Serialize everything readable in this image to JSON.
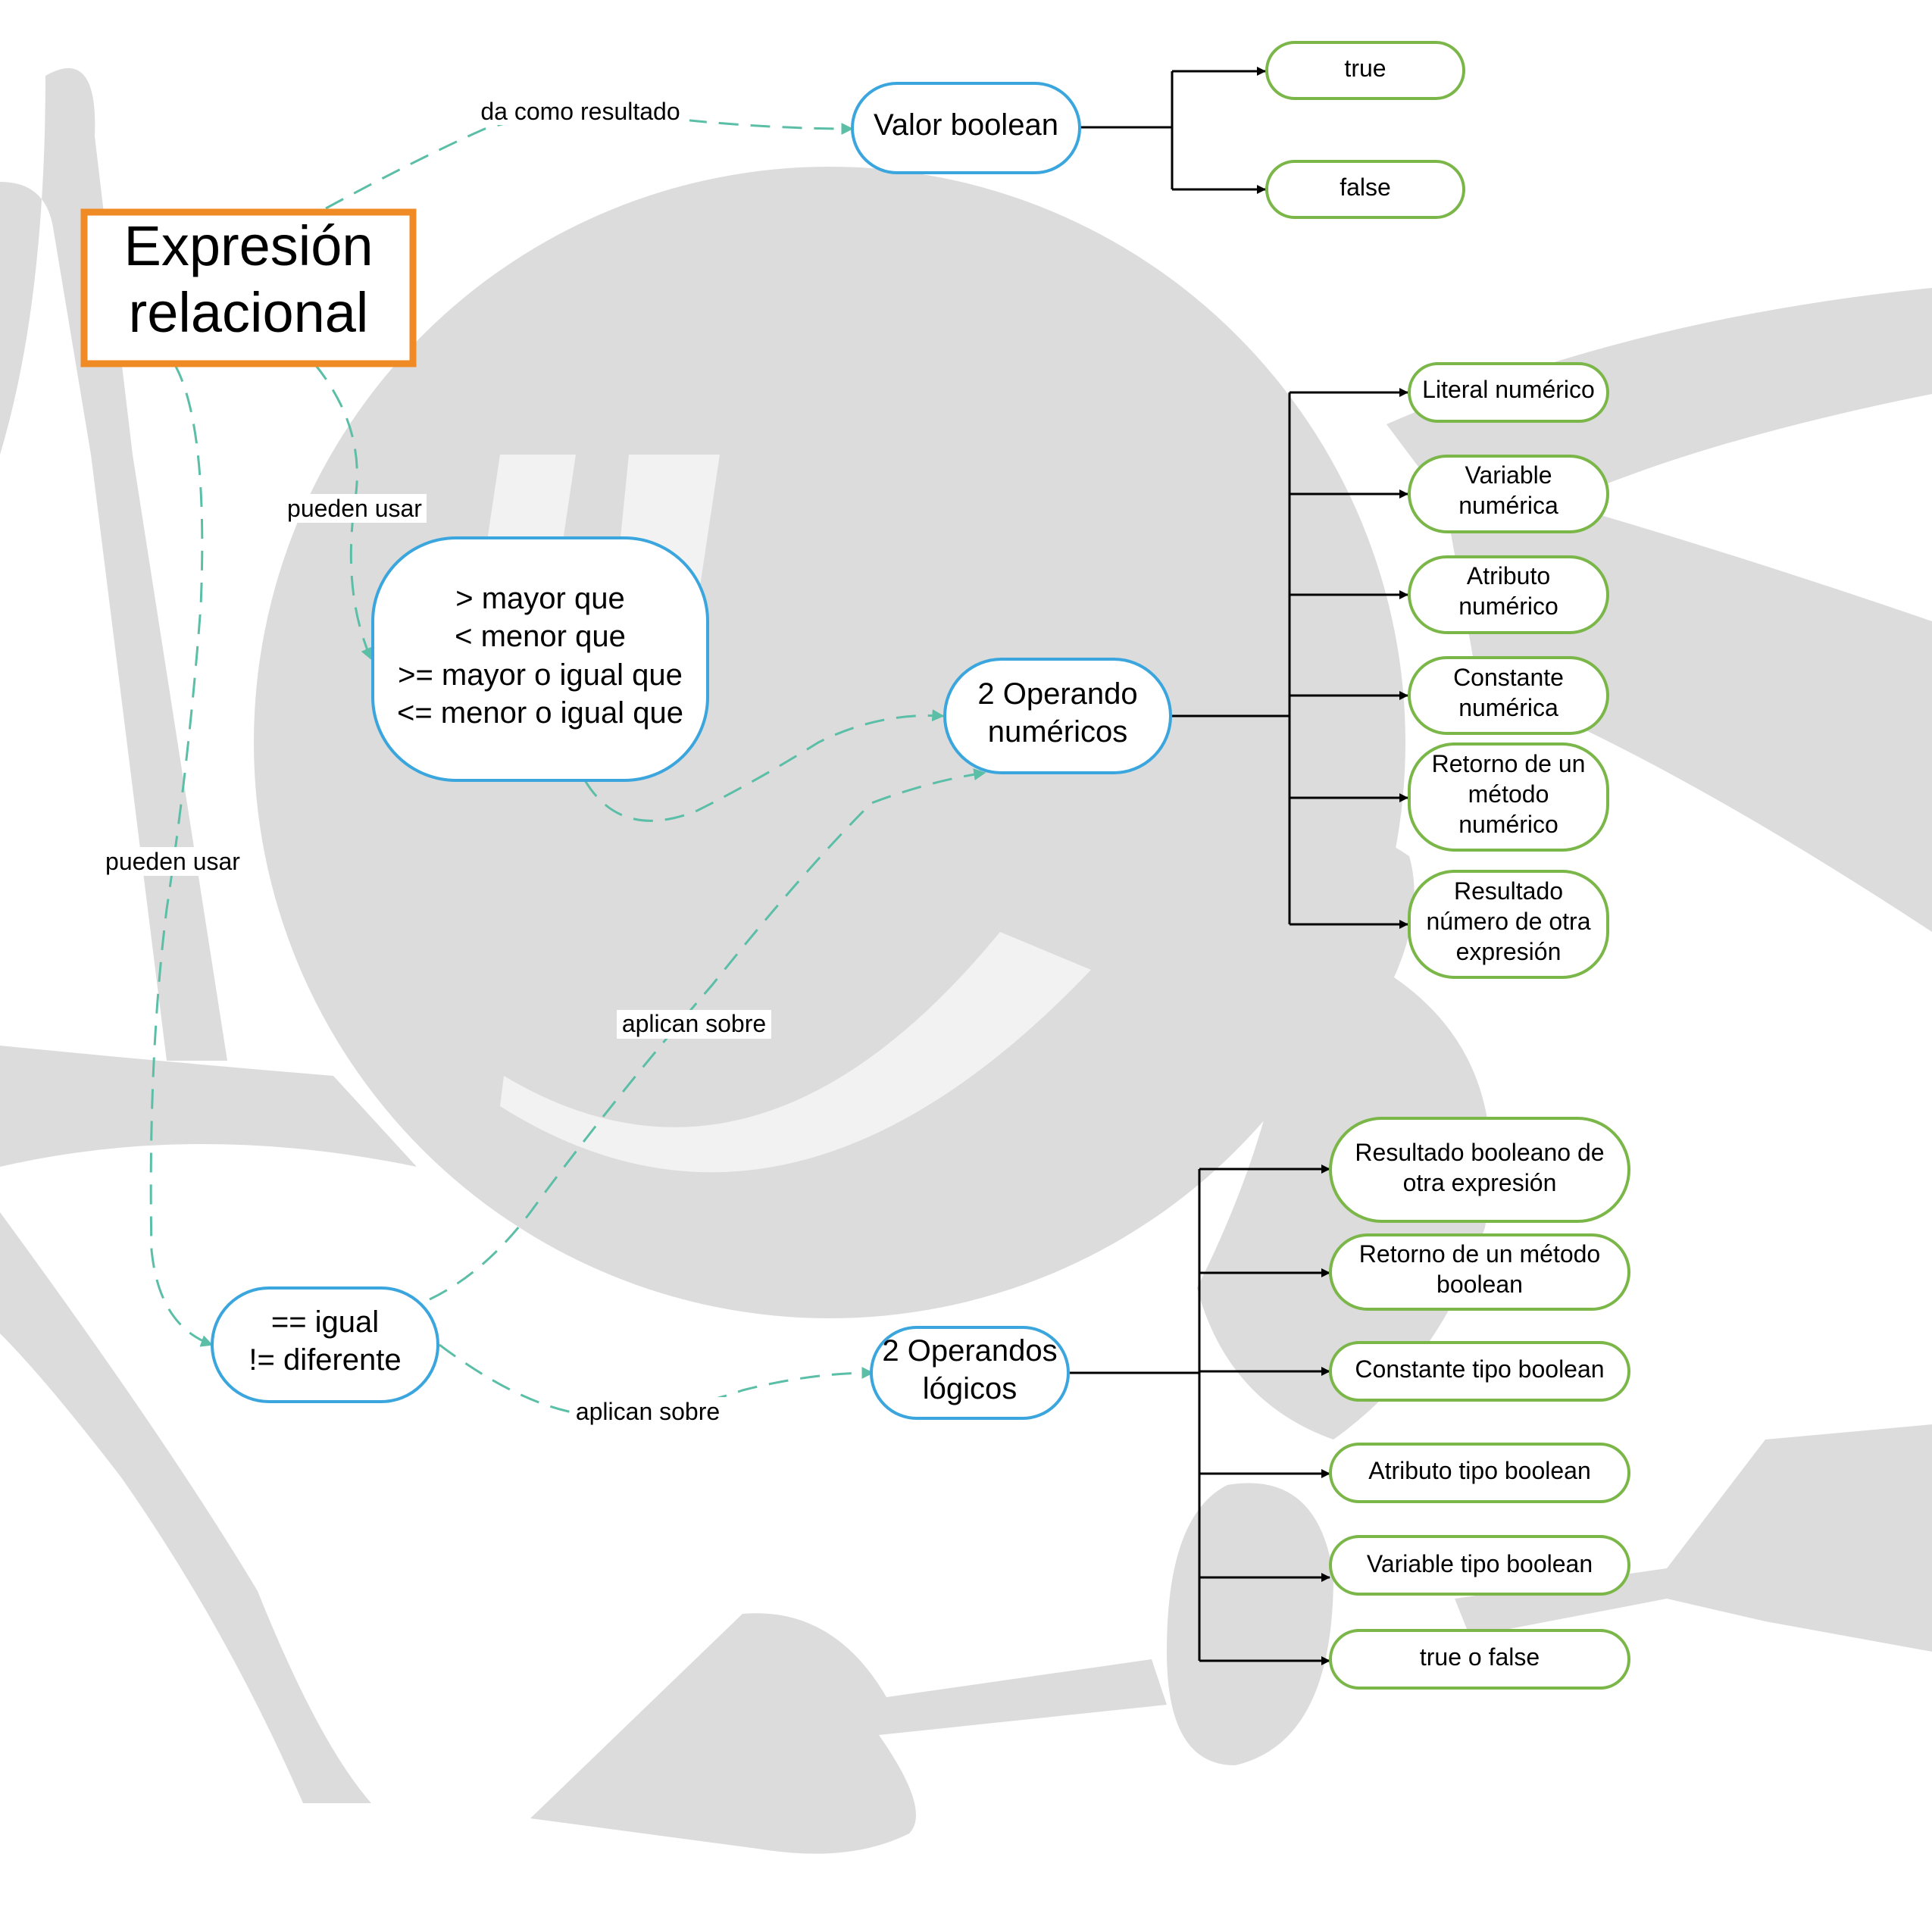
{
  "colors": {
    "orange": "#f08a24",
    "blue": "#3aa6dd",
    "green": "#7ab648",
    "teal": "#5bbea6",
    "watermark": "#dcdcdc",
    "text": "#000000"
  },
  "nodes": {
    "main": {
      "line1": "Expresión",
      "line2": "relacional"
    },
    "valor_boolean": {
      "label": "Valor boolean"
    },
    "true_node": {
      "label": "true"
    },
    "false_node": {
      "label": "false"
    },
    "comparadores": {
      "line1": "> mayor que",
      "line2": "< menor que",
      "line3": ">= mayor o igual que",
      "line4": "<= menor o igual que"
    },
    "igualdad": {
      "line1": "== igual",
      "line2": "!= diferente"
    },
    "operando_numericos": {
      "line1": "2 Operando",
      "line2": "numéricos"
    },
    "operandos_logicos": {
      "line1": "2 Operandos",
      "line2": "lógicos"
    },
    "numericos": [
      {
        "lines": [
          "Literal numérico"
        ]
      },
      {
        "lines": [
          "Variable",
          "numérica"
        ]
      },
      {
        "lines": [
          "Atributo",
          "numérico"
        ]
      },
      {
        "lines": [
          "Constante",
          "numérica"
        ]
      },
      {
        "lines": [
          "Retorno de un",
          "método",
          "numérico"
        ]
      },
      {
        "lines": [
          "Resultado",
          "número de otra",
          "expresión"
        ]
      }
    ],
    "logicos": [
      {
        "lines": [
          "Resultado booleano de",
          "otra expresión"
        ]
      },
      {
        "lines": [
          "Retorno de un método",
          "boolean"
        ]
      },
      {
        "lines": [
          "Constante tipo boolean"
        ]
      },
      {
        "lines": [
          "Atributo tipo boolean"
        ]
      },
      {
        "lines": [
          "Variable tipo boolean"
        ]
      },
      {
        "lines": [
          "true o false"
        ]
      }
    ]
  },
  "edges": {
    "da_como_resultado": "da como resultado",
    "pueden_usar_1": "pueden usar",
    "pueden_usar_2": "pueden usar",
    "aplican_sobre_1": "aplican sobre",
    "aplican_sobre_2": "aplican sobre"
  }
}
